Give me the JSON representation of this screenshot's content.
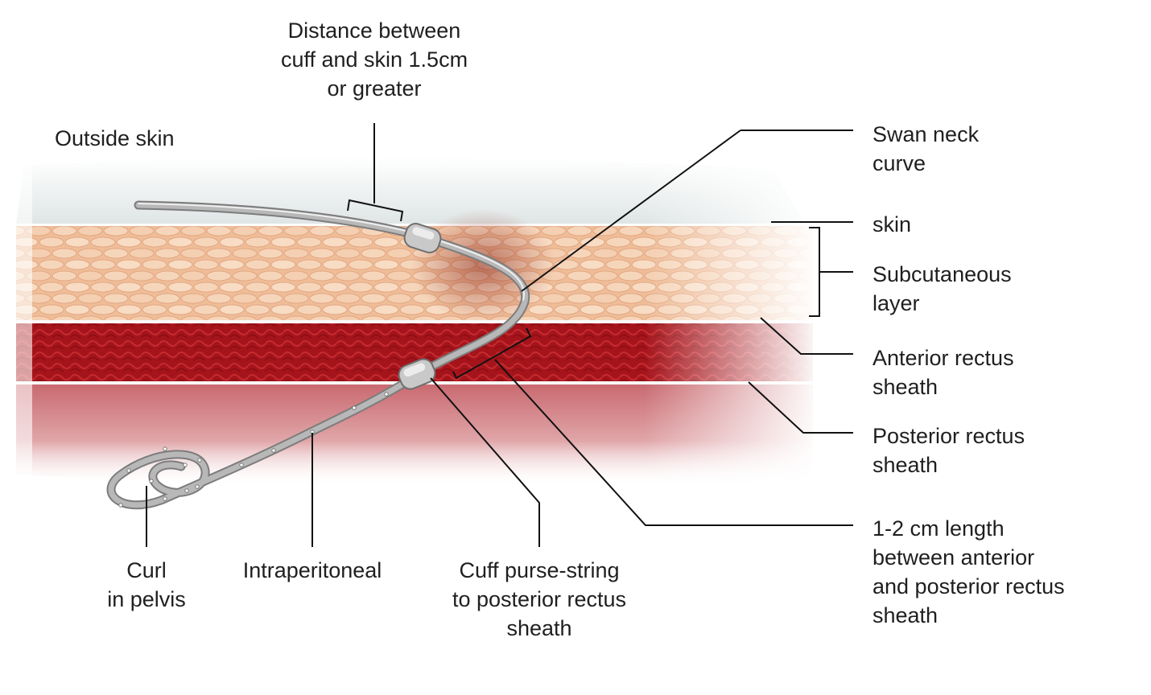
{
  "labels": {
    "distance": [
      "Distance between",
      "cuff and skin 1.5cm",
      "or greater"
    ],
    "outside_skin": "Outside skin",
    "swan_neck": [
      "Swan neck",
      "curve"
    ],
    "skin": "skin",
    "subcutaneous": [
      "Subcutaneous",
      "layer"
    ],
    "anterior_rectus": [
      "Anterior rectus",
      "sheath"
    ],
    "posterior_rectus": [
      "Posterior rectus",
      "sheath"
    ],
    "length_between": [
      "1-2 cm length",
      "between anterior",
      "and posterior rectus",
      "sheath"
    ],
    "curl": [
      "Curl",
      "in pelvis"
    ],
    "intraperitoneal": "Intraperitoneal",
    "cuff_purse": [
      "Cuff purse-string",
      "to posterior rectus",
      "sheath"
    ]
  },
  "colors": {
    "above_skin": "#e8ecec",
    "fat": "#f2c7a6",
    "fat_lobule": "#f6dbc3",
    "muscle": "#a8141a",
    "muscle_fiber": "#c7262c",
    "peritoneum": "#d98a8e",
    "fascia_line": "#ffffff",
    "catheter": "#9d9d9d",
    "catheter_highlight": "#e3e3e3",
    "leader_line": "#111111"
  }
}
